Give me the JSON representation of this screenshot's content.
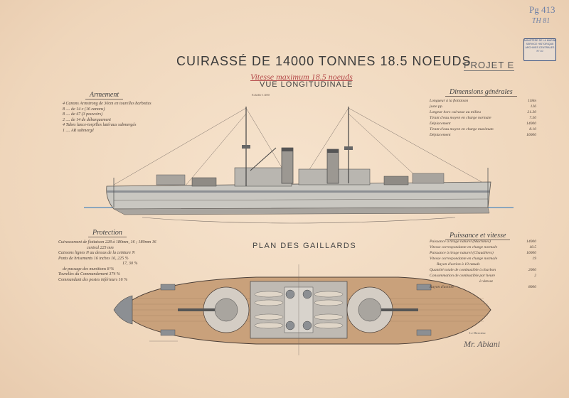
{
  "reference": {
    "top": "Pg 413",
    "sub": "TH 81"
  },
  "stamp": {
    "lines": [
      "MINISTÈRE DE LA MARINE",
      "SERVICE HISTORIQUE",
      "ARCHIVES CENTRALES",
      "N° 10"
    ]
  },
  "title": "CUIRASSÉ DE 14000 TONNES 18.5 NOEUDS",
  "subtitle": "Vitesse maximum 18.5 noeuds",
  "view_label": "VUE LONGITUDINALE",
  "project": "PROJET E",
  "scale_label": "Echelle 1/200",
  "plan_title": "PLAN DES GAILLARDS",
  "armament": {
    "heading": "Armement",
    "lines": [
      "4 Canons Armstrong de 30cm en tourelles barbettes",
      "8 .... de 14 c (16 canons)",
      "8 .... de 47 (3 pouvoirs)",
      "2 .... de 14 de débarquement",
      "4 Tubes lance-torpilles latéraux submergés",
      "1 .... AR submergé"
    ]
  },
  "dimensions": {
    "heading": "Dimensions générales",
    "rows": [
      {
        "label": "Longueur à la flottaison",
        "value": "118m"
      },
      {
        "label": "juste pp.",
        "value": "126"
      },
      {
        "label": "Largeur hors cuirasse au milieu",
        "value": "21.30"
      },
      {
        "label": "Tirant d'eau moyen en charge normale",
        "value": "7.50"
      },
      {
        "label": "Déplacement",
        "value": "14000"
      },
      {
        "label": "Tirant d'eau moyen en charge maximum",
        "value": "8.10"
      },
      {
        "label": "Déplacement",
        "value": "16000"
      }
    ]
  },
  "protection": {
    "heading": "Protection",
    "lines": [
      "Cuirassement de flottaison 228 à 180mm, 16 ; 180mm 16",
      "central 225 mm",
      "Caissons lignes N au dessus de la ceinture N",
      "Ponts de brisements 16 inches 16, 225 %",
      "17, 30 %",
      "de passage des munitions 8 %",
      "Tourelles du Commandement 374 %",
      "Commandant des postes inférieurs 16 %"
    ]
  },
  "power": {
    "heading": "Puissance et vitesse",
    "rows": [
      {
        "label": "Puissance à tirage naturel (Machines)",
        "value": "14000"
      },
      {
        "label": "Vitesse correspondante en charge normale",
        "value": "18.5"
      },
      {
        "label": "Puissance à tirage naturel (Chaudières)",
        "value": "16000"
      },
      {
        "label": "Vitesse correspondante en charge normale",
        "value": "19"
      },
      {
        "label": "Rayon d'action à 10 nœuds",
        "value": ""
      },
      {
        "label": "Quantité totale de combustible à charbon",
        "value": "2000"
      },
      {
        "label": "Consommation de combustible par heure",
        "value": "2"
      },
      {
        "label": "à vitesse",
        "value": ""
      },
      {
        "label": "Rayon d'action",
        "value": "8000"
      }
    ]
  },
  "signature": {
    "caption": "Le Directeur",
    "name": "Mr. Abiani"
  },
  "colors": {
    "paper": "#f3dcc3",
    "ink": "#3a2f2a",
    "red_ink": "#b54a4a",
    "stamp_blue": "#37507f",
    "hull_grey": "#8c8f93",
    "deck_wood": "#c9a17b"
  }
}
